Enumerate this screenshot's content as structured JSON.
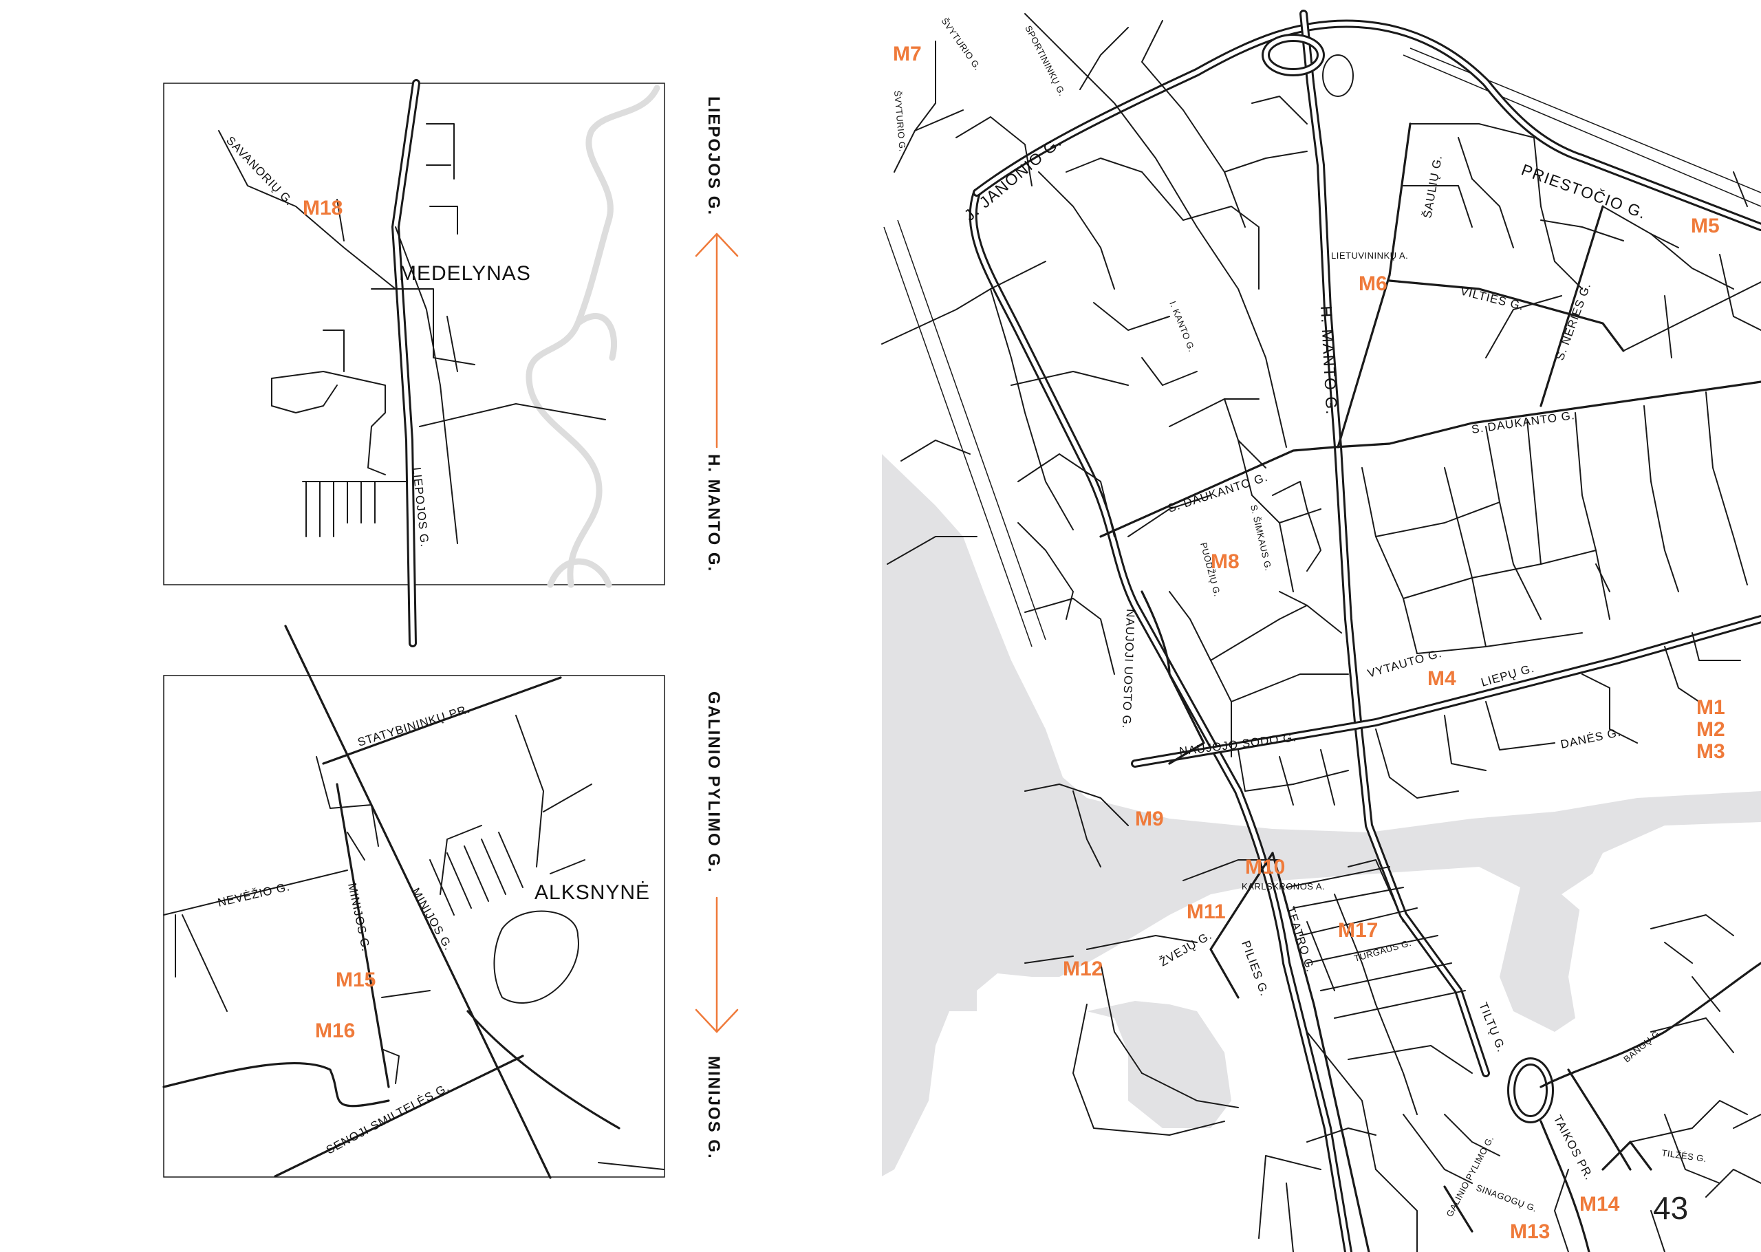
{
  "page_number": "43",
  "colors": {
    "accent": "#ef7a3a",
    "water": "#e2e2e4",
    "road": "#1a1a1a"
  },
  "direction_arrows": [
    {
      "top": "LIEPOJOS G.",
      "bottom": "H. MANTO G."
    },
    {
      "top": "GALINIO PYLIMO G.",
      "bottom": "MINIJOS G."
    }
  ],
  "inset_top": {
    "area": "MEDELYNAS",
    "streets": [
      "SAVANORIŲ G.",
      "LIEPOJOS G."
    ],
    "markers": [
      "M18"
    ]
  },
  "inset_bottom": {
    "area": "ALKSNYNĖ",
    "streets": [
      "STATYBININKŲ PR.",
      "NEVĖŽIO G.",
      "MINIJOS G.",
      "MINIJOS G.",
      "SENOJI SMILTELĖS G."
    ],
    "markers": [
      "M15",
      "M16"
    ]
  },
  "main_map": {
    "streets": [
      "ŠVYTURIO G.",
      "ŠVYTURIO G.",
      "SPORTININKŲ G.",
      "J. JANONIO G.",
      "ŠAULIŲ G.",
      "PRIESTOČIO G.",
      "LIETUVININKŲ A.",
      "VILTIES G.",
      "S. NERIES G.",
      "I. KANTO G.",
      "H. MANTO G.",
      "S. DAUKANTO G.",
      "S. DAUKANTO G.",
      "S. ŠIMKAUS G.",
      "PUODŽIŲ G.",
      "NAUJOJI UOSTO G.",
      "VYTAUTO G.",
      "LIEPŲ G.",
      "NAUJOJO SODO G.",
      "DANĖS G.",
      "KARLSKRONOS A.",
      "TEATRO G.",
      "ŽVEJŲ G.",
      "PILIES G.",
      "TURGAUS G.",
      "TILTŲ G.",
      "BANGŲ G.",
      "TAIKOS PR.",
      "GALINIO PYLIMO G.",
      "SINAGOGŲ G.",
      "TILŽĖS G."
    ],
    "markers": [
      "M1",
      "M2",
      "M3",
      "M4",
      "M5",
      "M6",
      "M7",
      "M8",
      "M9",
      "M10",
      "M11",
      "M12",
      "M13",
      "M14",
      "M17"
    ]
  }
}
